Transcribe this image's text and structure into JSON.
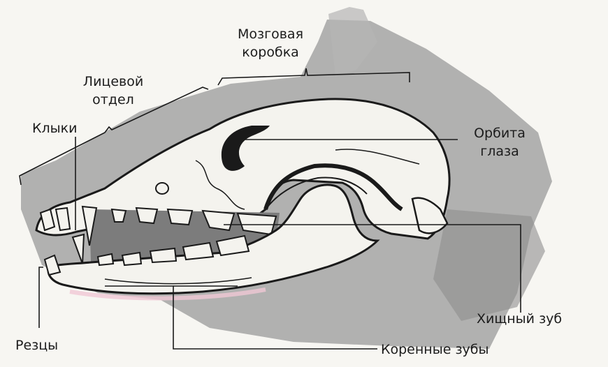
{
  "labels": {
    "brain_case": {
      "line1": "Мозговая",
      "line2": "коробка"
    },
    "facial_section": {
      "line1": "Лицевой",
      "line2": "отдел"
    },
    "canines": "Клыки",
    "eye_orbit": {
      "line1": "Орбита",
      "line2": "глаза"
    },
    "carnassial_tooth": "Хищный зуб",
    "incisors": "Резцы",
    "molars": "Коренные зубы"
  },
  "colors": {
    "background": "#f7f6f2",
    "shadow": "#9a9a9a",
    "bone": "#f4f3ee",
    "teeth_shadow": "#7c7c7c",
    "outline": "#1a1a1a"
  }
}
